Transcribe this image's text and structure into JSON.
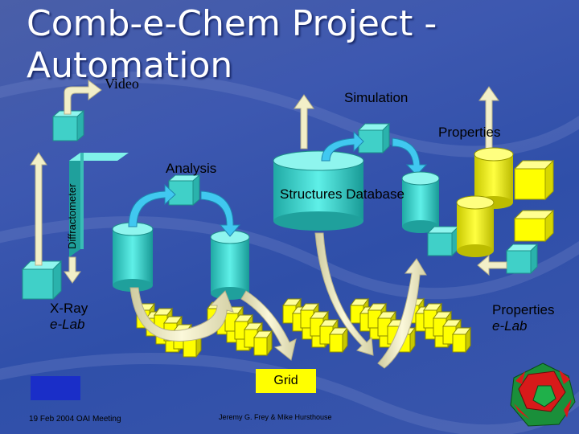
{
  "slide": {
    "title": "Comb-e-Chem Project - Automation",
    "labels": {
      "video": "Video",
      "simulation": "Simulation",
      "properties": "Properties",
      "diffractometer": "Diffractometer",
      "analysis": "Analysis",
      "structures_database": "Structures Database",
      "xray_line1": "X-Ray",
      "xray_line2": "e-Lab",
      "properties_elab_line1": "Properties",
      "properties_elab_line2": "e-Lab",
      "grid": "Grid"
    },
    "footer": {
      "left": "19 Feb 2004 OAI Meeting",
      "center": "Jeremy G. Frey & Mike Hursthouse"
    },
    "colors": {
      "background": "#3a56ac",
      "teal": "#40d0c8",
      "yellow": "#ffff00",
      "arrow_cream": "#f2efc8",
      "cyan_arrow": "#40c8f0",
      "grid_blue": "#1a2ec8"
    }
  }
}
